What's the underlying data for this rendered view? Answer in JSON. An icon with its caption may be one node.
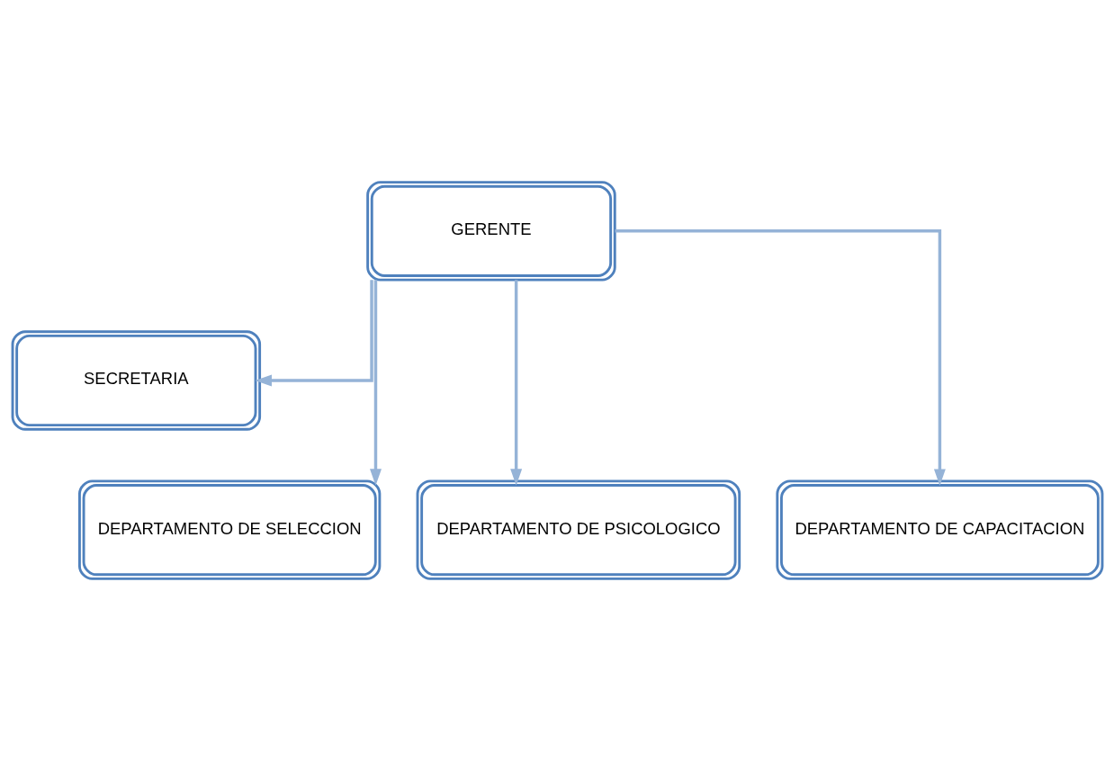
{
  "diagram": {
    "nodes": [
      {
        "text": [
          "GERENTE"
        ]
      },
      {
        "text": [
          "SECRETARIA"
        ]
      },
      {
        "text": [
          "DEPARTAMENTO DE SELECCION"
        ]
      },
      {
        "text": [
          "DEPARTAMENTO DE PSICOLOGICO"
        ]
      },
      {
        "text": [
          "DEPARTAMENTO DE CAPACITACION"
        ]
      }
    ],
    "edges": [
      {
        "from": 0,
        "to": 1,
        "arrow": "to"
      },
      {
        "from": 0,
        "to": 2,
        "arrow": "to"
      },
      {
        "from": 0,
        "to": 3,
        "arrow": "to"
      },
      {
        "from": 0,
        "to": 4,
        "arrow": "to"
      }
    ]
  }
}
